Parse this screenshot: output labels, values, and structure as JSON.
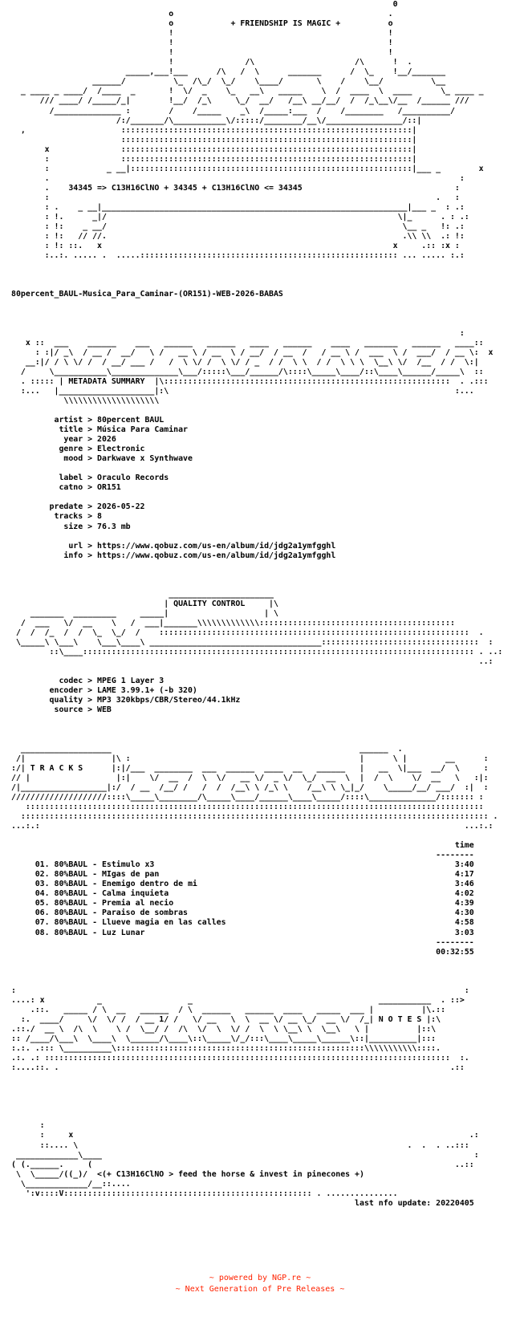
{
  "header": {
    "art_lines": [
      "                                                                                0",
      "                                 o                                             .",
      "                                 o            + FRIENDSHIP IS MAGIC +          o",
      "                                 !                                             !",
      "                                 !                                             !",
      "                                 !                                             !",
      "                                 !               /\\                     /\\      !  .",
      "                        _____,___!___      /\\   /  \\      _______      /  \\_    !__/_______",
      "                 ______/          \\_  /\\_/  \\_/    \\____/       \\    /    \\__/          \\__",
      "  _ ____ _ ____/  /____  _       !  \\/  _    \\_   __\\   _____    \\  /  ____  \\  ____      \\_ ____ _",
      "      /// ____/ /_____/_|        !__/  /_\\     \\_/  __/   /__\\ __/__/  /  /_\\__\\/__  /______ ///",
      "        /______________ :        /    /_____    _\\  /_____:___  /    /________   /__________/",
      "                      /:/_______/\\___________\\/:::::/________/__\\/________________/::|",
      "  ,                    :::::::::::::::::::::::::::::::::::::::::::::::::::::::::::::|",
      "                       :::::::::::::::::::::::::::::::::::::::::::::::::::::::::::::|",
      "       x               :::::::::::::::::::::::::::::::::::::::::::::::::::::::::::::|",
      "       :               :::::::::::::::::::::::::::::::::::::::::::::::::::::::::::::|",
      "       :            _ __|:::::::::::::::::::::::::::::::::::::::::::::::::::::::::::|___ _        x",
      "       .                                                                                      :",
      "       .    34345 => C13H16ClNO + 34345 + C13H16ClNO <= 34345                                :",
      "       :                                                                                 .   :",
      "       : .    _ __|________________________________________________________________|___ _  : .:",
      "       : !.      _|/                                                             \\|_      . : .:",
      "       : !:    _ __/                                                              \\__ _   !: .:",
      "       : !:   // //.                                                              .\\\\ \\\\  .: !:",
      "       : !: ::.   x                                                             x     .:: :x :",
      "       :..:. ..... .  .....:::::::::::::::::::::::::::::::::::::::::::::::::::::: ... ..... :.:"
    ],
    "release_name": "80percent_BAUL-Musica_Para_Caminar-(OR151)-WEB-2026-BABAS"
  },
  "metadata": {
    "banner_lines": [
      "                                                                                              :",
      "   x ::  ___    ______    ___   ______   ______   ____   ______    ____   _______   ______   ____::",
      "     : :|/ _\\  / __ /  __/   \\ /   __ \\ / __  \\ / __/  / __  /   / __ \\ /  ___  \\ /  ___/  / __ \\:  x",
      "   __:|/ / \\ \\/ /  / __/ ___ /   /  \\ \\/ /  \\ \\/ / _  / /  \\ \\  / /  \\ \\ \\  \\__\\ \\/  /__  / /  \\:|",
      "  /     \\___________\\______________\\___/:::::\\___/______/\\::::\\_____\\____/::\\____\\______/_____\\  ::",
      "  . ::::: | METADATA SUMMARY  |\\::::::::::::::::::::::::::::::::::::::::::::::::::::::::::::  . .:::",
      "  :...   |____________________|:\\                                                            :...",
      "           \\\\\\\\\\\\\\\\\\\\\\\\\\\\\\\\\\\\\\\\"
    ],
    "fields": [
      {
        "key": "artist",
        "value": "80percent BAUL"
      },
      {
        "key": "title",
        "value": "Música Para Caminar"
      },
      {
        "key": "year",
        "value": "2026"
      },
      {
        "key": "genre",
        "value": "Electronic"
      },
      {
        "key": "mood",
        "value": "Darkwave x Synthwave"
      },
      {
        "key": "",
        "value": ""
      },
      {
        "key": "label",
        "value": "Oraculo Records"
      },
      {
        "key": "catno",
        "value": "OR151"
      },
      {
        "key": "",
        "value": ""
      },
      {
        "key": "predate",
        "value": "2026-05-22"
      },
      {
        "key": "tracks",
        "value": "8"
      },
      {
        "key": "size",
        "value": "76.3 mb"
      },
      {
        "key": "",
        "value": ""
      },
      {
        "key": "url",
        "value": "https://www.qobuz.com/us-en/album/id/jdg2a1ymfgghl"
      },
      {
        "key": "info",
        "value": "https://www.qobuz.com/us-en/album/id/jdg2a1ymfgghl"
      }
    ]
  },
  "quality": {
    "banner_lines": [
      "                                 ______________________",
      "                                | QUALITY CONTROL     |\\",
      "    _______  _________     _____|                    | \\",
      "  /  ___   \\/  __    \\   /  ___|_______\\\\\\\\\\\\\\\\\\\\\\\\\\:::::::::::::::::::::::::::::::::::::::::",
      " /  /  /_  /  /  \\_  \\_/  /    :::::::::::::::::::::::::::::::::::::::::::::::::::::::::::::::::  .",
      " \\_____\\ \\___\\    \\___\\____\\ ____________________________________:::::::::::::::::::::::::::::::::  :",
      "        ::\\____:::::::::::::::::::::::::::::::::::::::::::::::::::::::::::::::::::::::::::::::::: . ..:",
      "                                                                                                  ..:"
    ],
    "fields": [
      {
        "key": "codec",
        "value": "MPEG 1 Layer 3"
      },
      {
        "key": "encoder",
        "value": "LAME 3.99.1+ (-b 320)"
      },
      {
        "key": "quality",
        "value": "MP3 320kbps/CBR/Stereo/44.1kHz"
      },
      {
        "key": "source",
        "value": "WEB"
      }
    ]
  },
  "tracks": {
    "banner_lines": [
      "  ___________________                                                    ______  .",
      " /|                  |\\ :                                                |      \\ |        __      :",
      ":/| T R A C K S      |:|/___  ________  ___  ______  ____  __   ______   |   __  \\|___  __/  \\     :",
      "// |                  |:|    \\/  __  /  \\  \\/   __ \\/  _ \\/  \\_/  __  \\  |  /  \\    \\/  __   \\   :|:",
      "/|__________________|:/  / __  /__/ /   /  /  /__\\ \\ /_\\ \\    /__\\ \\ \\_|_/    \\_____/__/ ___/  :|  :",
      "////////////////////::::\\_____\\________/\\_____\\____/______\\____\\_____/::::\\______________/::::::: :",
      "   ::::::::::::::::::::::::::::::::::::::::::::::::::::::::::::::::::::::::::::::::::::::::::::::::",
      "  :::::::::::::::::::::::::::::::::::::::::::::::::::::::::::::::::::::::::::::::::::::::::::::::::: .",
      "...:.:                                                                                         ...:.:"
    ],
    "time_header": "time",
    "rule": "--------",
    "items": [
      {
        "num": "01.",
        "name": "80%BAUL - Estimulo x3",
        "time": "3:40"
      },
      {
        "num": "02.",
        "name": "80%BAUL - MIgas de pan",
        "time": "4:17"
      },
      {
        "num": "03.",
        "name": "80%BAUL - Enemigo dentro de mi",
        "time": "3:46"
      },
      {
        "num": "04.",
        "name": "80%BAUL - Calma inquieta",
        "time": "4:02"
      },
      {
        "num": "05.",
        "name": "80%BAUL - Premia al necio",
        "time": "4:39"
      },
      {
        "num": "06.",
        "name": "80%BAUL - Paraiso de sombras",
        "time": "4:30"
      },
      {
        "num": "07.",
        "name": "80%BAUL - Llueve magia en las calles",
        "time": "4:58"
      },
      {
        "num": "08.",
        "name": "80%BAUL - Luz Lunar",
        "time": "3:03"
      }
    ],
    "total": "00:32:55"
  },
  "notes": {
    "banner_lines": [
      ":                                                                                              :",
      "....: x           _                  _                                       ___________  . ::>",
      "    .::.   _____ / \\  __   ______  / \\  ______   ______  ____   _____  ___ |          |\\.::",
      "  :.  ____/     \\/  \\/ /  / __ 1/ /   \\/ __   \\  \\  __ \\/ __ \\_/  __ \\/  /_| N O T E S |:\\",
      ".::./  __ \\  /\\  \\    \\ /  \\__/ /  /\\  \\/  \\  \\/ /  \\  \\ \\__\\ \\  \\__\\   \\ |          |::\\",
      ":: /____/\\___\\  \\____\\  \\______/\\____\\::\\_____\\/_/:::\\____\\_____\\______\\::|__________|:::",
      ":.:. .::: \\__________\\::::::::::::::::::::::::::::::::::::::::::::::::::::\\\\\\\\\\\\\\\\\\\\\\::::.",
      ".:. .: :::::::::::::::::::::::::::::::::::::::::::::::::::::::::::::::::::::::::::::::::::::  :.",
      ":....::. .                                                                                  .::"
    ]
  },
  "closing": {
    "art_lines": [
      "      :",
      "      :     x                                                                                   .:",
      "      ::.... \\                                                                     .  .  . ..:::",
      " _____________\\____                                                                              :",
      "( (.______.     (                                                                            ..::",
      " \\  \\_____/((_)/  <(+ C13H16ClNO > feed the horse & invest in pinecones +)",
      "  \\_____________/__::....",
      "   ':v::::V:::::::::::::::::::::::::::::::::::::::::::::::::::: . ..............."
    ],
    "last_update": "last nfo update: 20220405"
  },
  "footer": {
    "line1": "~ powered by NGP.re ~",
    "line2": "~ Next Generation of Pre Releases ~"
  }
}
